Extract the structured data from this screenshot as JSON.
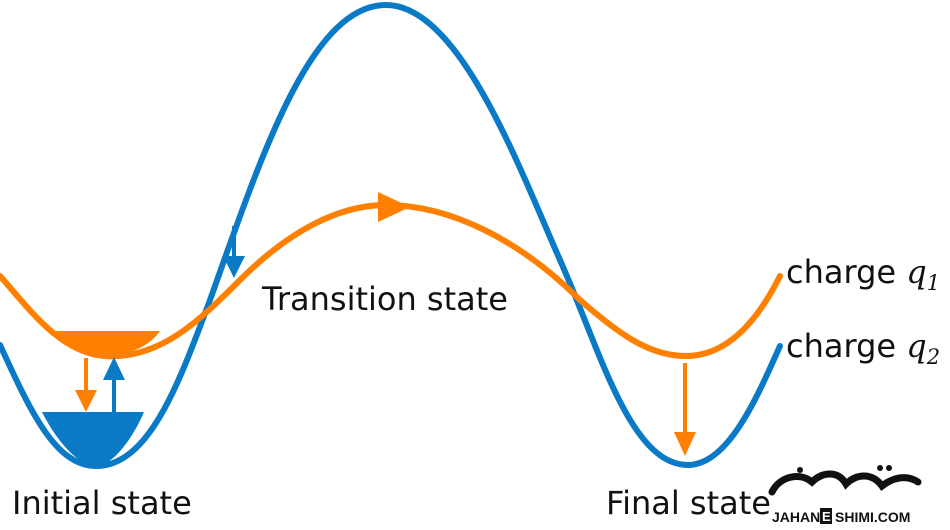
{
  "labels": {
    "transition": "Transition state",
    "initial": "Initial state",
    "final": "Final state",
    "charge1_prefix": "charge ",
    "charge1_var": "q",
    "charge1_sub": "1",
    "charge2_prefix": "charge ",
    "charge2_var": "q",
    "charge2_sub": "2"
  },
  "watermark": {
    "latin": "JAHAN",
    "box_letter": "E",
    "tail": "SHIMI.COM"
  },
  "colors": {
    "blue_curve": "#0a7ac7",
    "orange_curve": "#ff8000",
    "text": "#111111"
  }
}
